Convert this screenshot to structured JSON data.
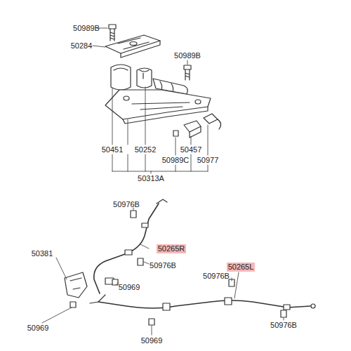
{
  "diagram": {
    "nodes": [
      {
        "text": [
          "50265R"
        ]
      },
      {
        "text": [
          "50265L"
        ]
      }
    ],
    "labels": [
      "50989B",
      "50284",
      "50989B",
      "50451",
      "50252",
      "50457",
      "50989C",
      "50977",
      "50313A",
      "50976B",
      "50381",
      "50976B",
      "50969",
      "50976B",
      "50969",
      "50969",
      "50976B"
    ]
  }
}
